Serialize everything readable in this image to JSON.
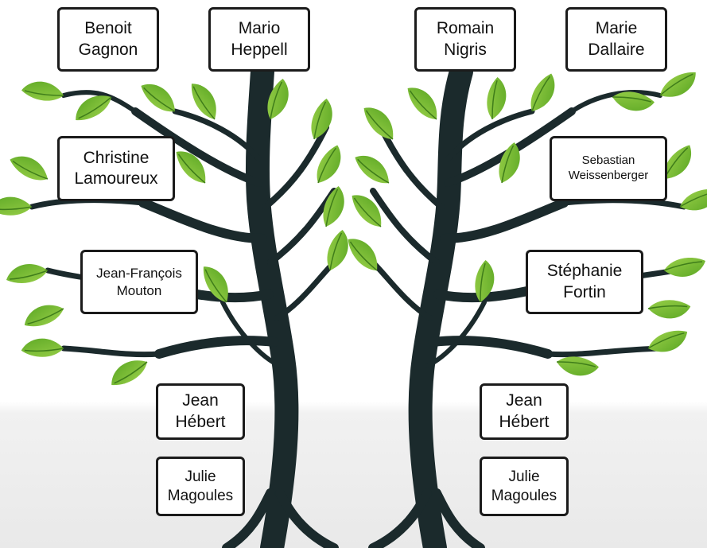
{
  "colors": {
    "trunk": "#1b2a2c",
    "leaf_light": "#8cc63f",
    "leaf_dark": "#4e9a1e",
    "box_border": "#1b1b1b"
  },
  "left_tree": {
    "top_left": "Benoit\nGagnon",
    "top_right": "Mario\nHeppell",
    "middle_1": "Christine\nLamoureux",
    "middle_2": "Jean-François\nMouton",
    "trunk_1": "Jean\nHébert",
    "trunk_2": "Julie\nMagoules"
  },
  "right_tree": {
    "top_left": "Romain\nNigris",
    "top_right": "Marie\nDallaire",
    "middle_1": "Sebastian\nWeissenberger",
    "middle_2": "Stéphanie\nFortin",
    "trunk_1": "Jean\nHébert",
    "trunk_2": "Julie\nMagoules"
  }
}
